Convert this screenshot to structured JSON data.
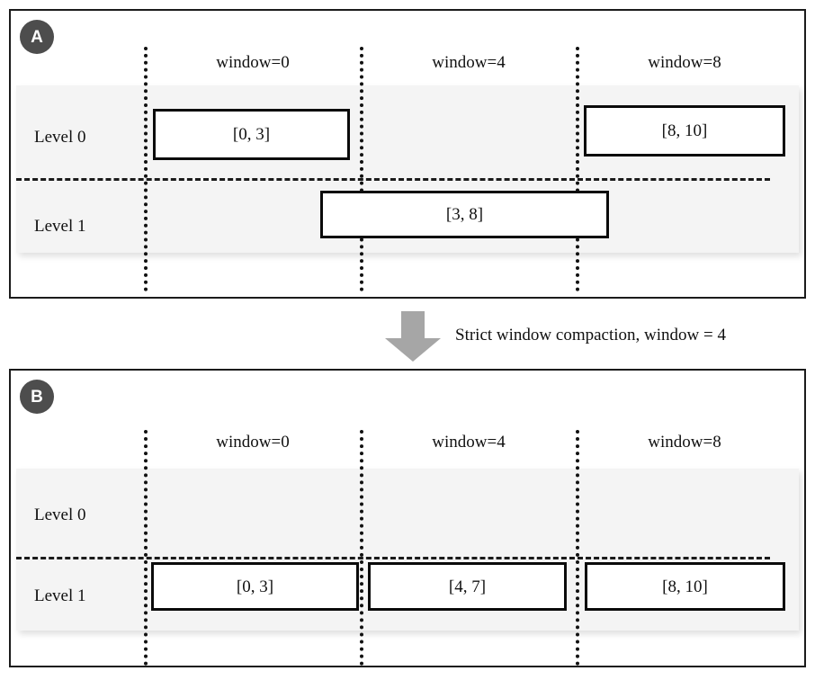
{
  "figure": {
    "type": "diagram",
    "subject": "LSM-tree strict window compaction illustration",
    "transition": {
      "caption": "Strict window compaction, window = 4",
      "arrow_icon": "down-arrow-icon",
      "arrow_color": "#a6a6a6"
    },
    "colors": {
      "badge_fill": "#4d4d4d",
      "badge_text": "#ffffff",
      "band_fill": "#f4f4f4",
      "stroke": "#111111",
      "page_background": "#ffffff"
    }
  },
  "panels": [
    {
      "id": "a",
      "badge": "A",
      "windows": [
        {
          "label": "window=0"
        },
        {
          "label": "window=4"
        },
        {
          "label": "window=8"
        }
      ],
      "levels": [
        {
          "label": "Level 0",
          "boxes": [
            {
              "text": "[0, 3]",
              "window": "window=0"
            },
            {
              "text": "[8, 10]",
              "window": "window=8"
            }
          ]
        },
        {
          "label": "Level 1",
          "boxes": [
            {
              "text": "[3, 8]",
              "window": "spans window=0..window=8"
            }
          ]
        }
      ]
    },
    {
      "id": "b",
      "badge": "B",
      "windows": [
        {
          "label": "window=0"
        },
        {
          "label": "window=4"
        },
        {
          "label": "window=8"
        }
      ],
      "levels": [
        {
          "label": "Level 0",
          "boxes": []
        },
        {
          "label": "Level 1",
          "boxes": [
            {
              "text": "[0, 3]",
              "window": "window=0"
            },
            {
              "text": "[4, 7]",
              "window": "window=4"
            },
            {
              "text": "[8, 10]",
              "window": "window=8"
            }
          ]
        }
      ]
    }
  ]
}
